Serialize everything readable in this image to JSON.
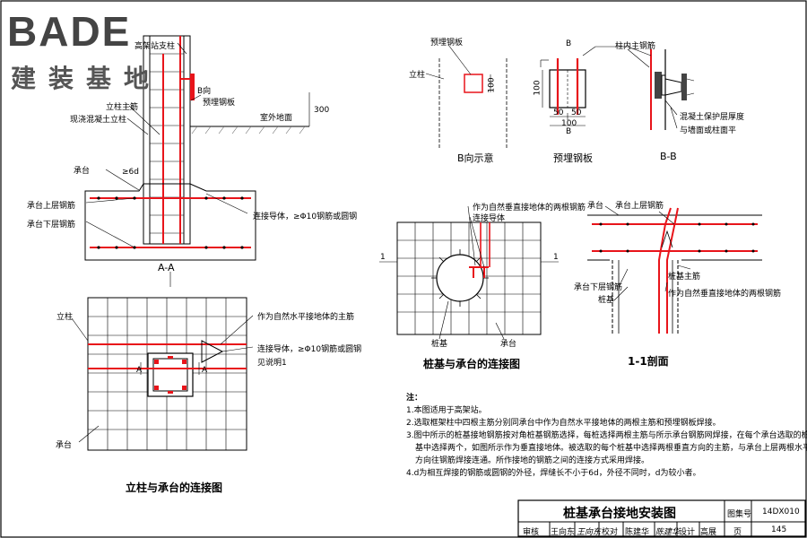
{
  "logo": {
    "brand": "BADE",
    "cn": "建装基地"
  },
  "aa": {
    "high_frame": "高架站支柱",
    "b_dir": "B向",
    "embed_plate": "预埋钢板",
    "outdoor": "室外地面",
    "dim_300": "300",
    "col_main_bar": "立柱主筋",
    "cast_col": "现浇混凝土立柱",
    "cap": "承台",
    "dim_6d": "≥6d",
    "cap_top_bar": "承台上层钢筋",
    "cap_bot_bar": "承台下层钢筋",
    "conductor": "连接导体，≥Φ10钢筋或圆钢",
    "title": "A-A"
  },
  "plan": {
    "col": "立柱",
    "horiz_bar": "作为自然水平接地体的主筋",
    "conductor1": "连接导体，≥Φ10钢筋或圆钢",
    "conductor2": "见说明1",
    "sec_a": "A",
    "cap": "承台",
    "title": "立柱与承台的连接图"
  },
  "bview": {
    "plate": "预埋钢板",
    "col": "立柱",
    "dim": "100",
    "title": "B向示意"
  },
  "plate": {
    "d100v": "100",
    "d50a": "50",
    "d50b": "50",
    "d100h": "100",
    "title": "预埋钢板",
    "b": "B"
  },
  "bb": {
    "b": "B",
    "col_bar": "柱内主钢筋",
    "cover": "混凝土保护层厚度",
    "flush": "与墙面或柱面平",
    "title": "B-B"
  },
  "pile": {
    "vert_bar": "作为自然垂直接地体的两根钢筋",
    "conductor": "连接导体",
    "sec1": "1",
    "pile_base": "桩基",
    "cap": "承台",
    "title": "桩基与承台的连接图"
  },
  "s11": {
    "cap": "承台",
    "top_bar": "承台上层钢筋",
    "pile_bar": "桩基主筋",
    "bot_bar": "承台下层钢筋",
    "vert_bar": "作为自然垂直接地体的两根钢筋",
    "pile": "桩基",
    "title": "1-1剖面"
  },
  "notes": [
    "注：",
    "1.本图适用于高架站。",
    "2.选取框架柱中四根主筋分别同承台中作为自然水平接地体的两根主筋和预埋钢板焊接。",
    "3.图中所示的桩基接地钢筋按对角桩基钢筋选择，每桩选择两根主筋与所示承台钢筋网焊接，在每个承台选取的桩",
    "基中选择两个，如图所示作为垂直接地体。被选取的每个桩基中选择两根垂直方向的主筋，与承台上层两根水平",
    "方向往钢筋焊接连通。所作接地的钢筋之间的连接方式采用焊接。",
    "4.d为相互焊接的钢筋或圆钢的外径，焊缝长不小于6d，外径不同时，d为较小者。"
  ],
  "titleblock": {
    "title": "桩基承台接地安装图",
    "atlas_label": "图集号",
    "atlas_no": "14DX010",
    "page_label": "页",
    "page_no": "145",
    "row": [
      "审核",
      "王向东",
      "王向东",
      "校对",
      "陈建华",
      "陈建华",
      "设计",
      "高展",
      "高展"
    ]
  },
  "colors": {
    "line": "#000000",
    "red": "#e8141a",
    "hatch": "#6b6b6b"
  }
}
